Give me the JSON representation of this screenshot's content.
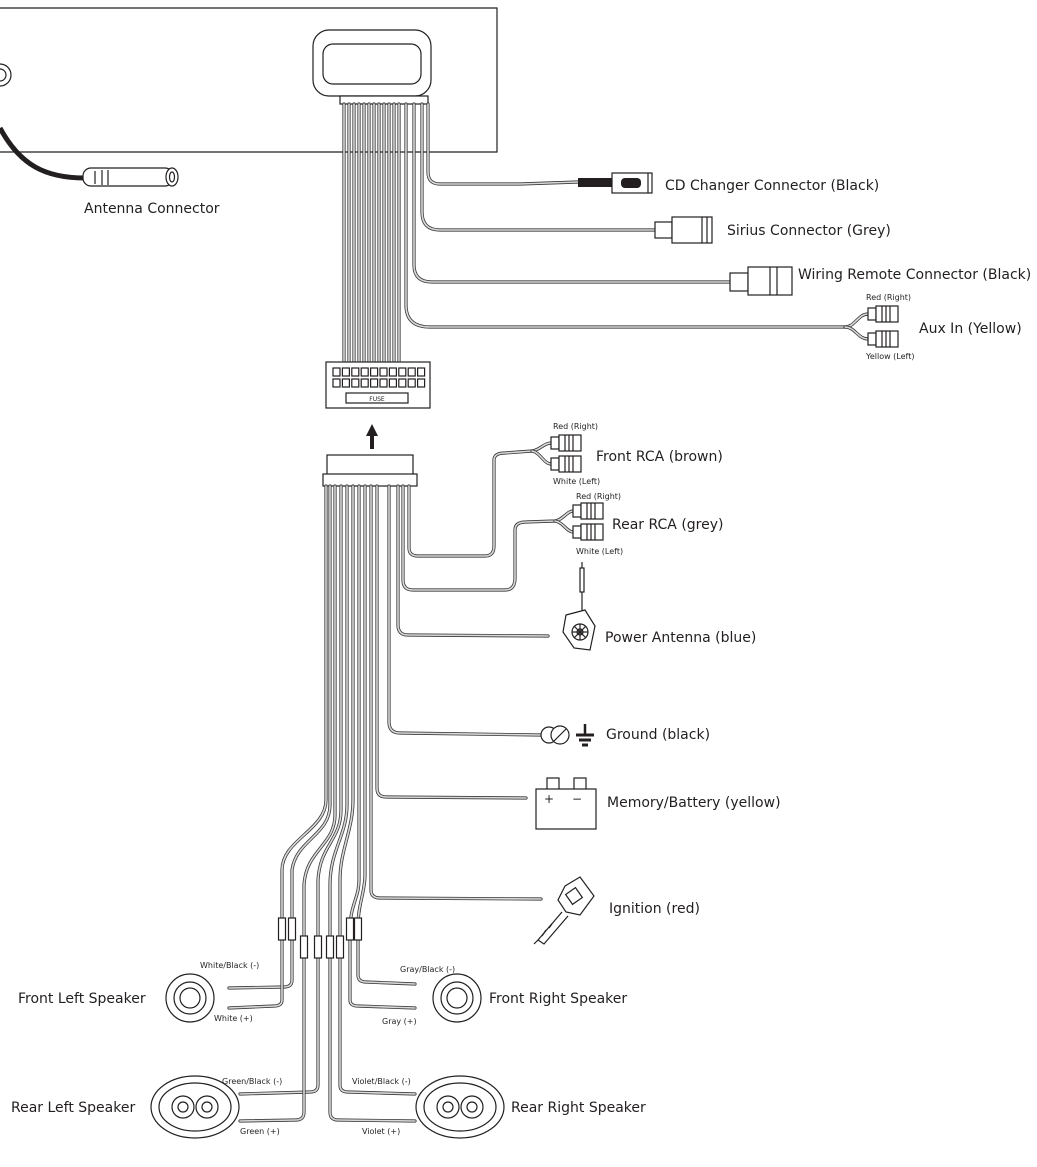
{
  "unit": {
    "antenna_connector": "Antenna Connector",
    "fuse": "FUSE"
  },
  "connectors": {
    "cd_changer": "CD Changer Connector (Black)",
    "sirius": "Sirius Connector (Grey)",
    "wiring_remote": "Wiring Remote Connector (Black)",
    "aux_in": "Aux In (Yellow)",
    "aux_red": "Red (Right)",
    "aux_yellow": "Yellow (Left)"
  },
  "outputs": {
    "front_rca": "Front RCA (brown)",
    "front_rca_red": "Red (Right)",
    "front_rca_white": "White (Left)",
    "rear_rca": "Rear RCA (grey)",
    "rear_rca_red": "Red (Right)",
    "rear_rca_white": "White (Left)",
    "power_antenna": "Power Antenna (blue)",
    "ground": "Ground (black)",
    "memory_battery": "Memory/Battery (yellow)",
    "ignition": "Ignition (red)",
    "battery_plus": "+",
    "battery_minus": "−"
  },
  "speakers": {
    "front_left": "Front Left Speaker",
    "front_right": "Front Right Speaker",
    "rear_left": "Rear Left Speaker",
    "rear_right": "Rear Right Speaker",
    "fl_neg": "White/Black (-)",
    "fl_pos": "White  (+)",
    "fr_neg": "Gray/Black (-)",
    "fr_pos": "Gray (+)",
    "rl_neg": "Green/Black (-)",
    "rl_pos": "Green (+)",
    "rr_neg": "Violet/Black (-)",
    "rr_pos": "Violet (+)"
  },
  "colors": {
    "ink": "#231f20",
    "wire_outline": "#3a3a3a",
    "wire_fill": "#d9d9d9"
  }
}
